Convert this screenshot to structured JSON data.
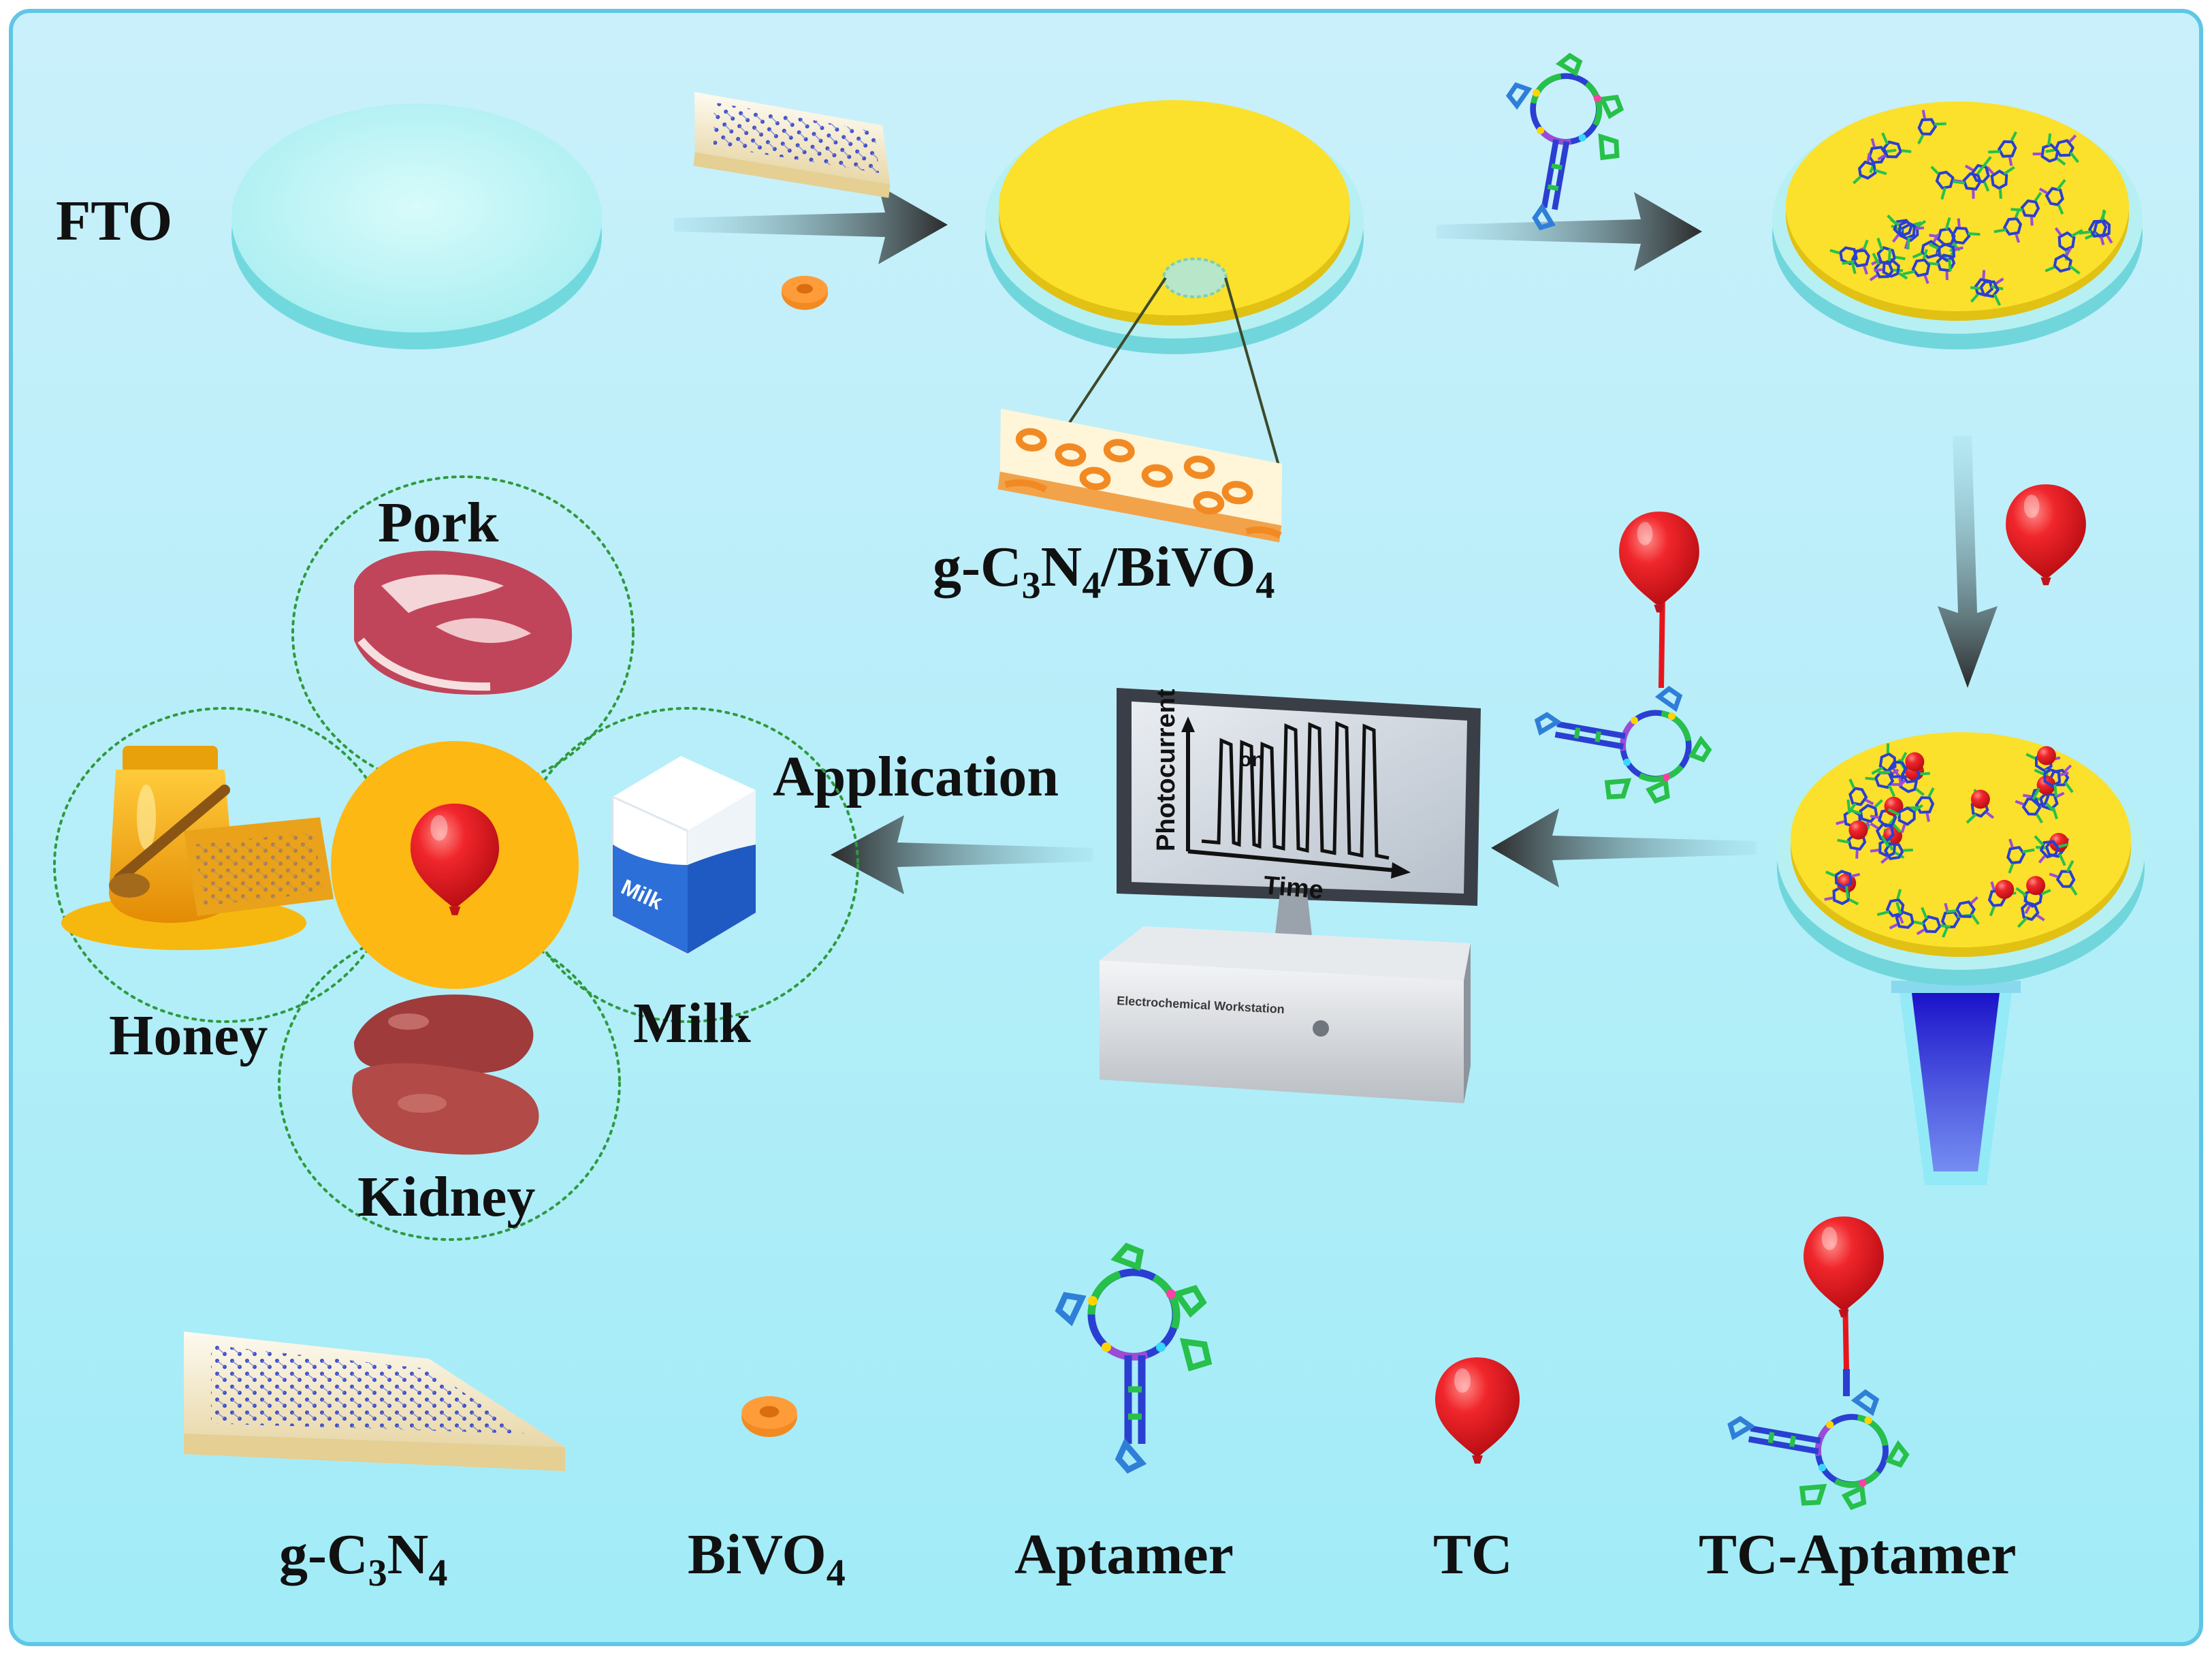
{
  "labels": {
    "fto": "FTO",
    "composite": {
      "base": "g-C",
      "sub1": "3",
      "mid": "N",
      "sub2": "4",
      "tail": "/BiVO",
      "sub3": "4"
    },
    "application": "Application",
    "photocurrent": "Photocurrent",
    "time": "Time",
    "on": "on",
    "workstation": "Electrochemical Workstation",
    "milk_carton": "Milk"
  },
  "samples": [
    {
      "id": "pork",
      "label": "Pork"
    },
    {
      "id": "honey",
      "label": "Honey"
    },
    {
      "id": "milk",
      "label": "Milk"
    },
    {
      "id": "kidney",
      "label": "Kidney"
    }
  ],
  "legend": {
    "gcn": {
      "base": "g-C",
      "sub1": "3",
      "mid": "N",
      "sub2": "4"
    },
    "bivo4": {
      "base": "BiVO",
      "sub1": "4"
    },
    "aptamer": "Aptamer",
    "tc": "TC",
    "tc_aptamer": "TC-Aptamer"
  },
  "colors": {
    "background_top": "#c9f0fb",
    "background_bottom": "#a3ecf7",
    "frame": "#5fc6e6",
    "yellow_film": "#fbe02c",
    "balloon_red": "#e8141c",
    "arrow_dark": "#333333",
    "dna_blue": "#2a3fd1",
    "dna_green": "#27c04a",
    "light_beam": "#1a10c8"
  },
  "icons": [
    "fto-disk-icon",
    "gcn-sheet-icon",
    "bivo4-particle-icon",
    "aptamer-icon",
    "tc-balloon-icon",
    "tc-aptamer-icon",
    "computer-icon",
    "milk-carton-icon",
    "honey-jar-icon",
    "pork-icon",
    "kidney-icon",
    "light-beam-icon"
  ]
}
